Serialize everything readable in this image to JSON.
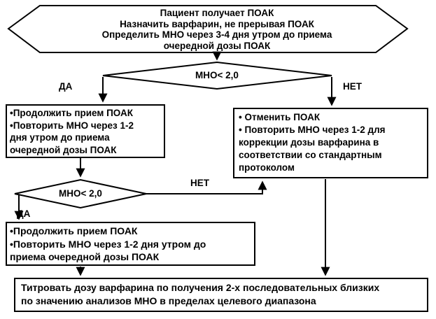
{
  "flowchart": {
    "start_hexagon": {
      "text": "Пациент получает ПОАК\nНазначить варфарин, не прерывая ПОАК\nОпределить МНО через 3-4 дня утром до приема\nочередной дозы ПОАК"
    },
    "decision1": {
      "label": "МНО< 2,0",
      "yes_label": "ДА",
      "no_label": "НЕТ"
    },
    "box_continue_poak_1": {
      "text": "•Продолжить прием ПОАК\n•Повторить МНО через 1-2\nдня утром  до приема\nочередной дозы ПОАК"
    },
    "box_cancel_poak": {
      "text": "• Отменить ПОАК\n• Повторить МНО через 1-2 для\nкоррекции дозы варфарина в\nсоответствии со стандартным\nпротоколом"
    },
    "decision2": {
      "label": "МНО< 2,0",
      "yes_label": "ДА",
      "no_label": "НЕТ"
    },
    "box_continue_poak_2": {
      "text": "•Продолжить прием ПОАК\n•Повторить МНО через 1-2 дня утром до\nприема очередной дозы ПОАК"
    },
    "box_titrate": {
      "text": "Титровать дозу варфарина по получения 2-х последовательных близких\nпо значению анализов МНО в пределах целевого диапазона"
    },
    "colors": {
      "stroke": "#000000",
      "background": "#ffffff"
    }
  }
}
